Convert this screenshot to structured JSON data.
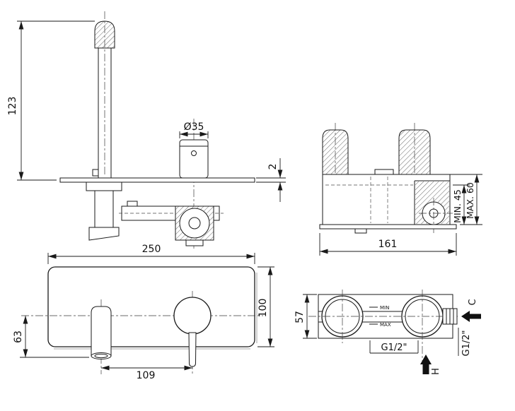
{
  "colors": {
    "line": "#1a1a1a",
    "background": "#ffffff",
    "flow_arrow": "#111111"
  },
  "views": {
    "faucet_side": {
      "dims": {
        "height": "123",
        "handle_diameter": "Ø35",
        "plate_thickness": "2"
      }
    },
    "valve_side": {
      "dims": {
        "width": "161",
        "depth_min": "MIN. 45",
        "depth_max": "MAX. 60"
      }
    },
    "plate_front": {
      "dims": {
        "width": "250",
        "height": "100",
        "spout_drop": "63",
        "spout_to_handle": "109"
      }
    },
    "valve_top": {
      "dims": {
        "depth": "57"
      },
      "labels": {
        "min": "MIN",
        "max": "MAX",
        "inlet_thread": "G1/2\"",
        "outlet_thread": "G1/2\"",
        "cold": "C",
        "hot": "H"
      }
    }
  }
}
